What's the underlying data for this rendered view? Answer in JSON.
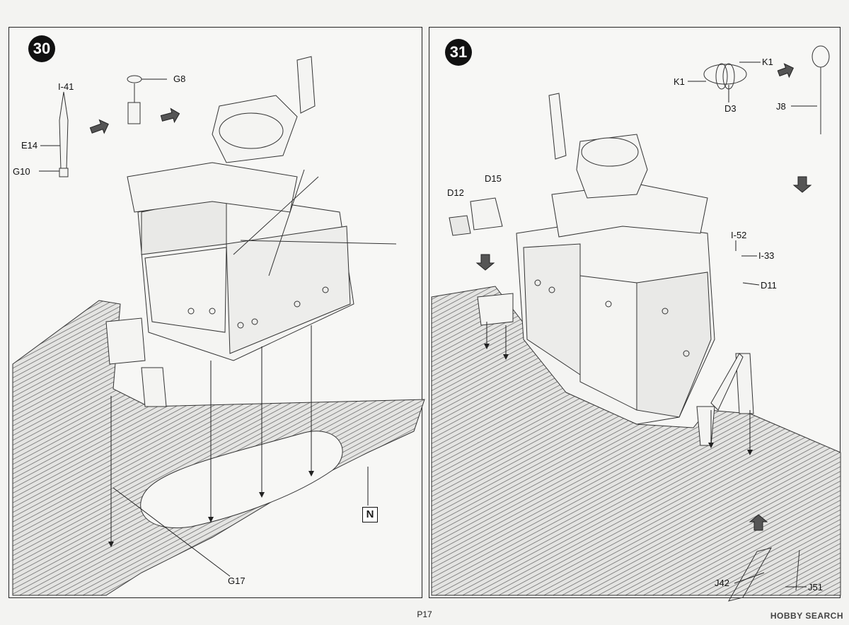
{
  "page": {
    "number": "P17",
    "watermark": "HOBBY SEARCH"
  },
  "steps": [
    {
      "number": "30",
      "labels": [
        "I-41",
        "G8",
        "E14",
        "G10",
        "G17"
      ],
      "orientation_mark": "N"
    },
    {
      "number": "31",
      "labels": [
        "K1",
        "K1",
        "D3",
        "J8",
        "D15",
        "D12",
        "I-52",
        "I-33",
        "D11",
        "J42",
        "J51"
      ]
    }
  ]
}
